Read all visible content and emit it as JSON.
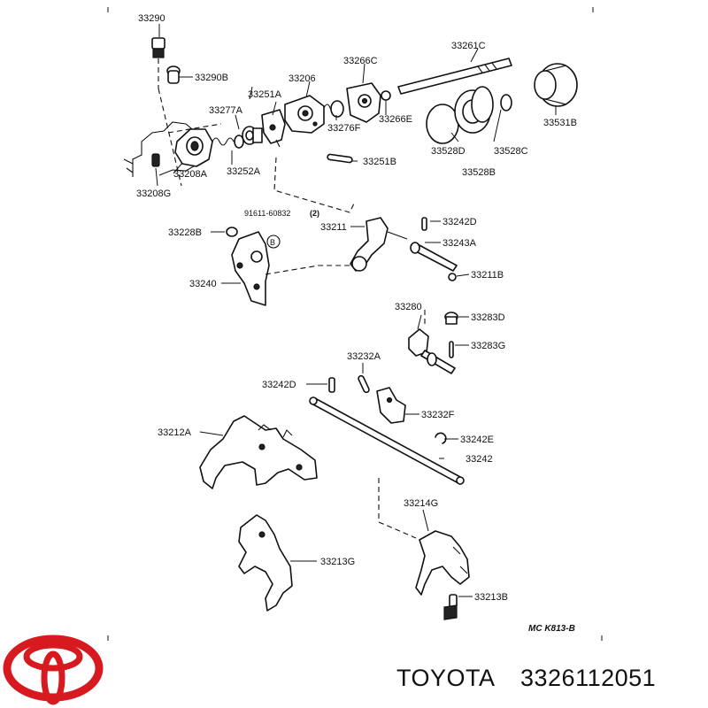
{
  "labels": {
    "p33290": "33290",
    "p33290B": "33290B",
    "p33206": "33206",
    "p33266C": "33266C",
    "p33261C": "33261C",
    "p33251A": "33251A",
    "p33277A": "33277A",
    "p33276F": "33276F",
    "p33266E": "33266E",
    "p33528D": "33528D",
    "p33528C": "33528C",
    "p33528B": "33528B",
    "p33531B": "33531B",
    "p33208A": "33208A",
    "p33252A": "33252A",
    "p33251B": "33251B",
    "p33208G": "33208G",
    "p91611": "91611-60832",
    "p91611qty": "(2)",
    "p33242D_top": "33242D",
    "p33228B": "33228B",
    "p33211": "33211",
    "p33243A": "33243A",
    "p33240": "33240",
    "p33211B": "33211B",
    "p33280": "33280",
    "p33283D": "33283D",
    "p33283G": "33283G",
    "p33232A": "33232A",
    "p33242D_mid": "33242D",
    "p33232F": "33232F",
    "p33242E": "33242E",
    "p33212A": "33212A",
    "p33242": "33242",
    "p33214G": "33214G",
    "p33213G": "33213G",
    "p33213B": "33213B",
    "circleB": "B"
  },
  "figure_code": "MC K813-B",
  "footer": {
    "brand": "TOYOTA",
    "part_number": "3326112051"
  },
  "colors": {
    "logo": "#d71920",
    "ink": "#111111",
    "background": "#ffffff"
  }
}
